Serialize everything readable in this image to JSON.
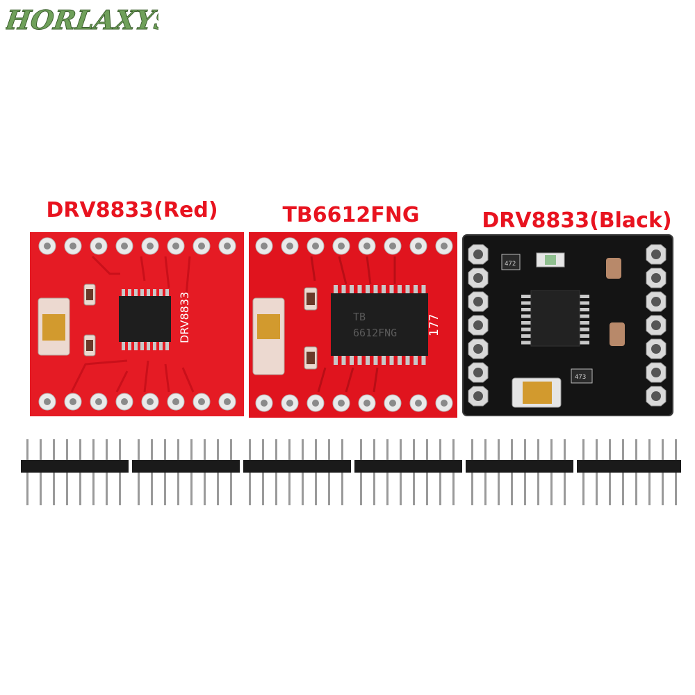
{
  "brand": {
    "logo_text": "HORLAXYS"
  },
  "modules": [
    {
      "label": "DRV8833(Red)",
      "board_color": "#e51b24",
      "silkscreen": "DRV8833"
    },
    {
      "label": "TB6612FNG",
      "board_color": "#e0141e",
      "silkscreen": "177",
      "chip_text": [
        "TB",
        "6612FNG"
      ]
    },
    {
      "label": "DRV8833(Black)",
      "board_color": "#141414",
      "resistor_codes": [
        "472",
        "473"
      ]
    }
  ],
  "colors": {
    "label": "#e8131f",
    "header_pin": "#9a9a9a",
    "header_body": "#1a1a1a"
  },
  "header_strips": {
    "count": 6,
    "pins_each": 8
  }
}
